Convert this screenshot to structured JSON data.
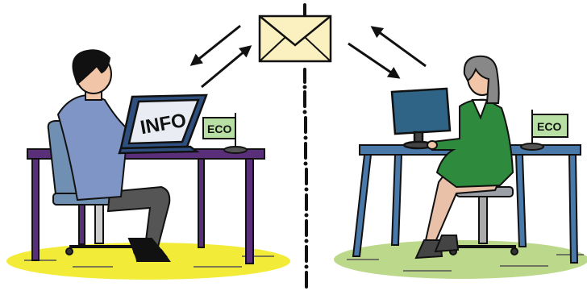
{
  "scene": {
    "left_monitor_text": "INFO",
    "left_flag_text": "ECO",
    "right_flag_text": "ECO"
  },
  "colors": {
    "left_floor": "#f2ec39",
    "right_floor": "#bcd88a",
    "left_desk": "#5a2f7a",
    "right_desk": "#4a78a8",
    "man_shirt": "#7f95c6",
    "chair_left": "#6f8fb3",
    "woman_jacket": "#2e8b3d",
    "envelope": "#fbf1c0",
    "flag": "#b8e0a4"
  }
}
